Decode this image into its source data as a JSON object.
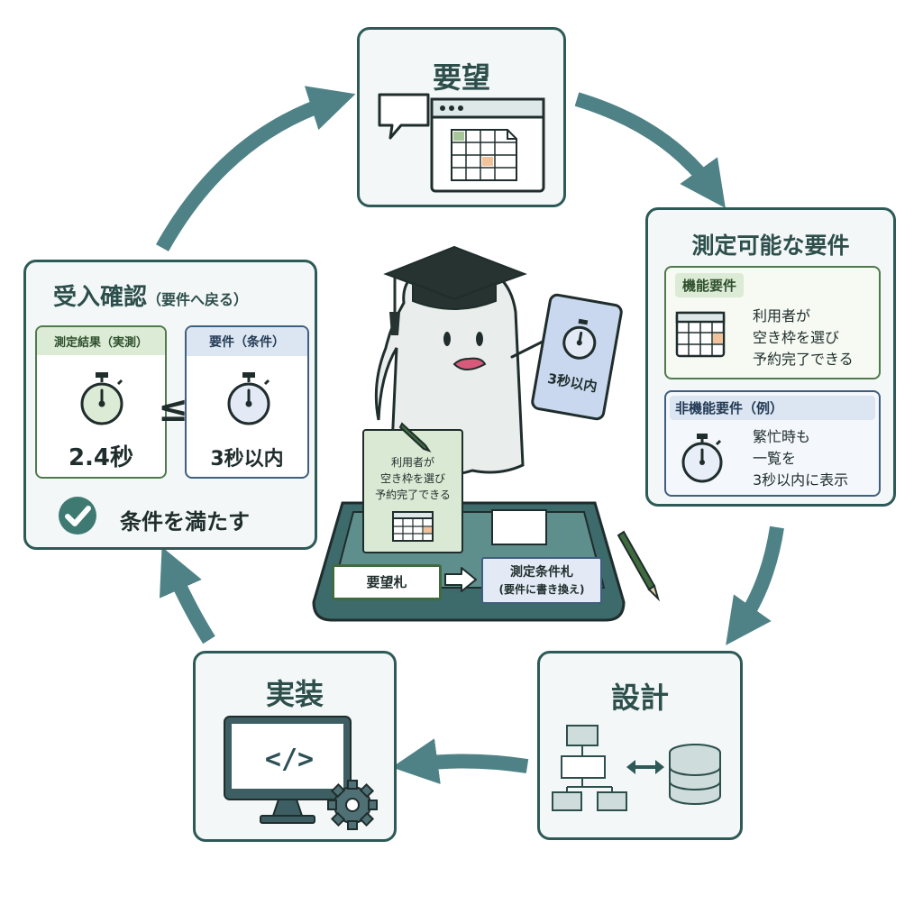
{
  "cycle": {
    "request": {
      "title": "要望"
    },
    "requirements": {
      "title": "測定可能な要件",
      "functional": {
        "label": "機能要件",
        "lines": [
          "利用者が",
          "空き枠を選び",
          "予約完了できる"
        ]
      },
      "nonfunctional": {
        "label": "非機能要件（例）",
        "lines": [
          "繁忙時も",
          "一覧を",
          "3秒以内に表示"
        ]
      }
    },
    "design": {
      "title": "設計"
    },
    "implementation": {
      "title": "実装",
      "code": "</>"
    },
    "acceptance": {
      "title": "受入確認",
      "title_note": "（要件へ戻る）",
      "measured": {
        "label": "測定結果（実測）",
        "value": "2.4秒"
      },
      "operator": "≤",
      "requirement": {
        "label": "要件（条件）",
        "value": "3秒以内"
      },
      "result": "条件を満たす"
    }
  },
  "center": {
    "sign": "3秒以内",
    "note_lines": [
      "利用者が",
      "空き枠を選び",
      "予約完了できる"
    ],
    "tray": {
      "request_card": "要望札",
      "measure_card_lines": [
        "測定条件札",
        "(要件に書き換え)"
      ]
    }
  },
  "colors": {
    "accent": "#2d5a57",
    "arrow": "#4f8286",
    "check": "#3e7a72"
  }
}
